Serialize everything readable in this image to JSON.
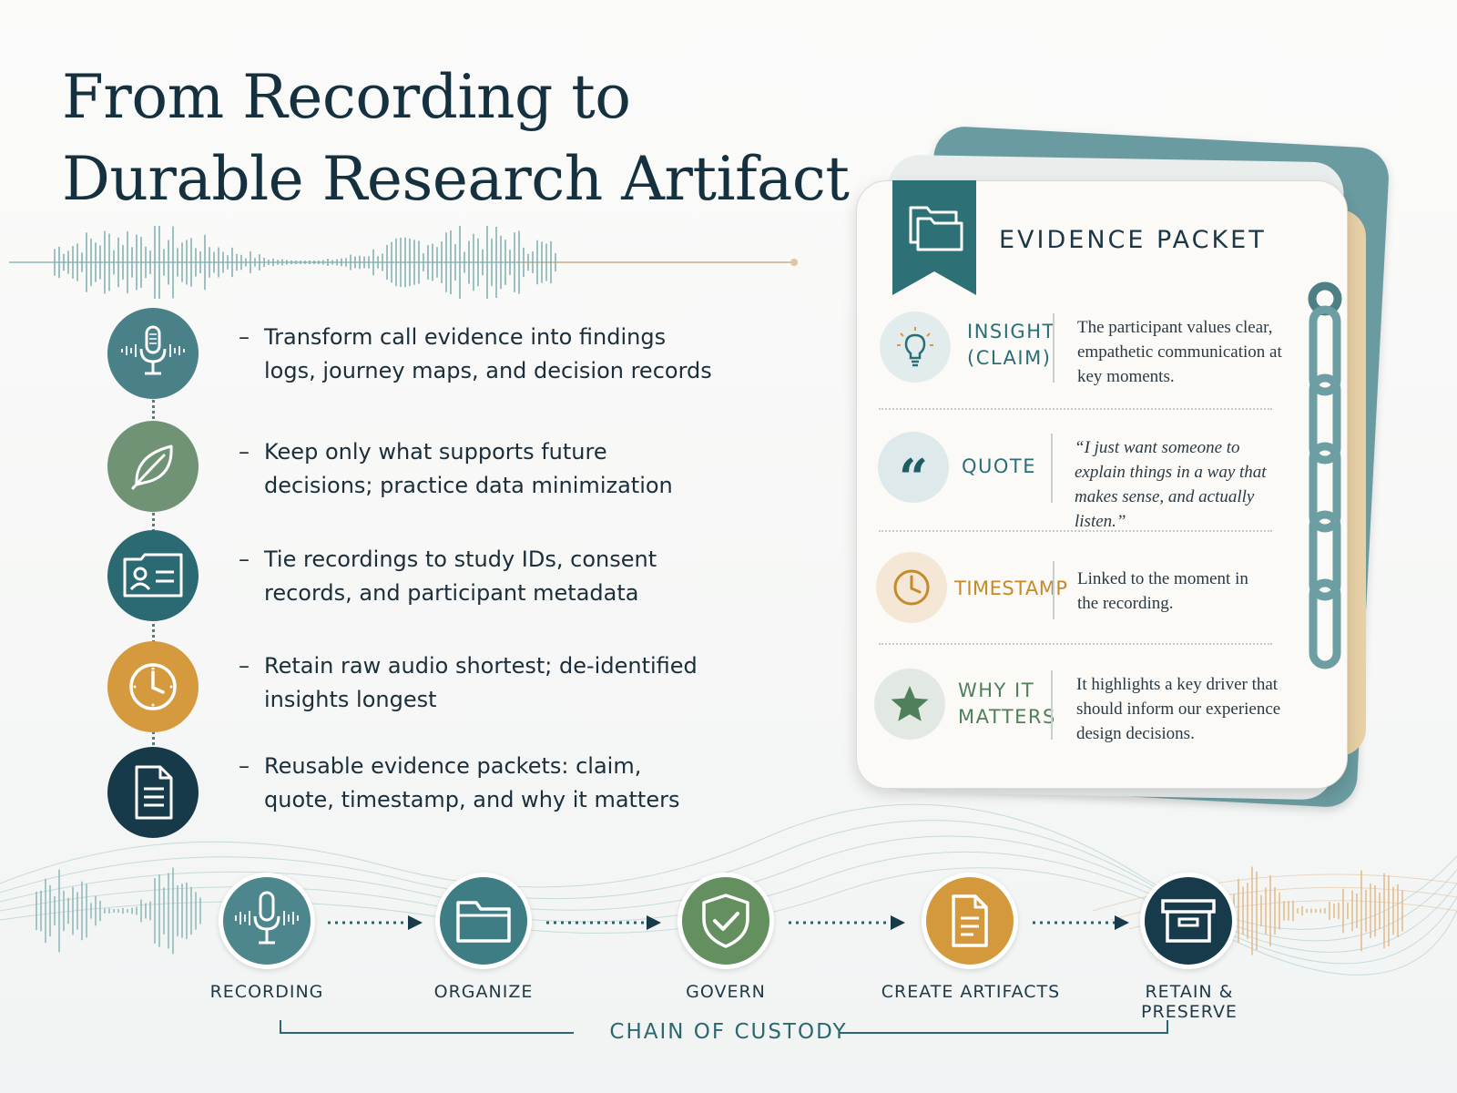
{
  "title": {
    "line1": "From Recording to",
    "line2": "Durable Research Artifact"
  },
  "points": [
    {
      "icon": "microphone-icon",
      "color": "#4a8088",
      "dash": "–",
      "text": "Transform call evidence into findings logs, journey maps, and decision records"
    },
    {
      "icon": "leaf-icon",
      "color": "#6f9374",
      "dash": "–",
      "text": "Keep only what supports future decisions; practice data minimization"
    },
    {
      "icon": "id-card-icon",
      "color": "#2c6a73",
      "dash": "–",
      "text": "Tie recordings to study IDs, consent records, and participant metadata"
    },
    {
      "icon": "clock-icon",
      "color": "#d59a3d",
      "dash": "–",
      "text": "Retain raw audio shortest; de-identified insights longest"
    },
    {
      "icon": "document-icon",
      "color": "#173a4a",
      "dash": "–",
      "text": "Reusable evidence packets: claim, quote, timestamp, and why it matters"
    }
  ],
  "packet": {
    "title": "EVIDENCE PACKET",
    "rows": [
      {
        "icon": "lightbulb-icon",
        "label_lines": [
          "INSIGHT",
          "(CLAIM)"
        ],
        "label_color": "#2a6e76",
        "icon_bg": "#e3ecec",
        "icon_color": "#2a6e76",
        "desc": "The participant values clear, empathetic communication at key moments."
      },
      {
        "icon": "quote-icon",
        "label_lines": [
          "QUOTE"
        ],
        "label_color": "#2a6e76",
        "icon_bg": "#dde9ea",
        "icon_color": "#1f5d66",
        "desc": "“I just want someone to explain things in a way that makes sense, and actually listen.”"
      },
      {
        "icon": "clock-icon",
        "label_lines": [
          "TIMESTAMP"
        ],
        "label_color": "#c58a2a",
        "icon_bg": "#f5e7d6",
        "icon_color": "#c58a2a",
        "desc": "Linked to the moment in the recording."
      },
      {
        "icon": "star-icon",
        "label_lines": [
          "WHY IT",
          "MATTERS"
        ],
        "label_color": "#4f7f5b",
        "icon_bg": "#e2e9e2",
        "icon_color": "#4f7f5b",
        "desc": "It highlights a key driver that should inform our experience design decisions."
      }
    ]
  },
  "flow": {
    "steps": [
      {
        "icon": "microphone-icon",
        "label": "RECORDING",
        "color": "#4e868d"
      },
      {
        "icon": "folder-icon",
        "label": "ORGANIZE",
        "color": "#3f7d84"
      },
      {
        "icon": "shield-check-icon",
        "label": "GOVERN",
        "color": "#64905f"
      },
      {
        "icon": "document-icon",
        "label": "CREATE ARTIFACTS",
        "color": "#d4993d"
      },
      {
        "icon": "archive-box-icon",
        "label": "RETAIN & PRESERVE",
        "color": "#173b4b"
      }
    ],
    "custody_label": "CHAIN OF CUSTODY"
  }
}
